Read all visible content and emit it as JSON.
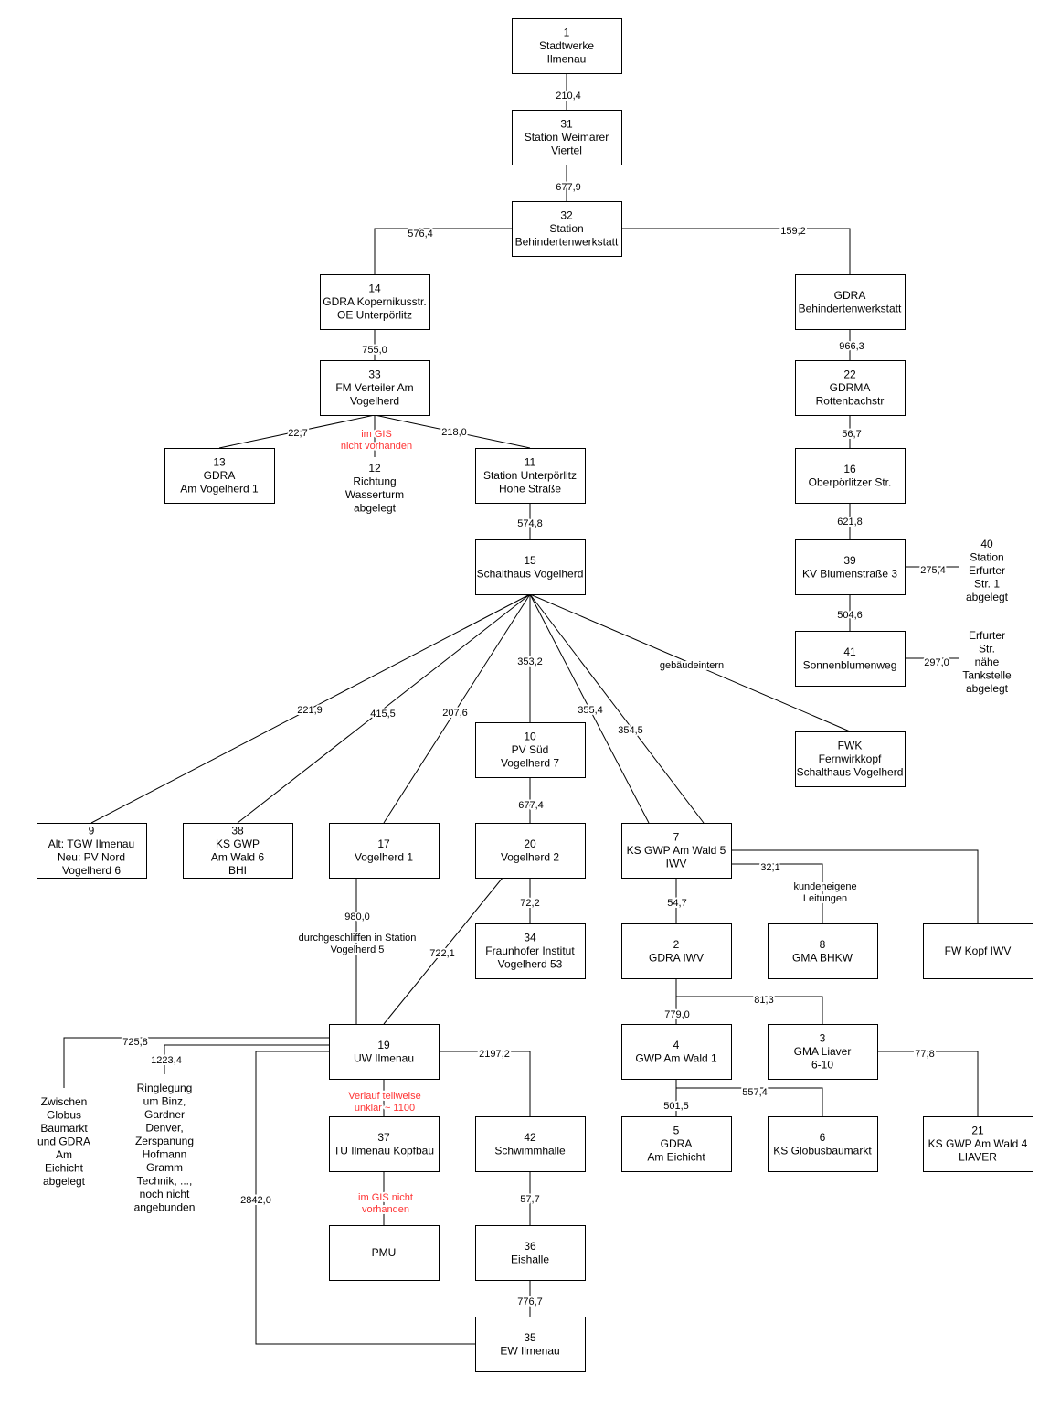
{
  "colors": {
    "line": "#000000",
    "note_red": "#ff3333",
    "box_fill": "#ffffff"
  },
  "nodes": {
    "n1": [
      "1",
      "Stadtwerke",
      "Ilmenau"
    ],
    "n31": [
      "31",
      "Station Weimarer",
      "Viertel"
    ],
    "n32": [
      "32",
      "Station",
      "Behindertenwerkstatt"
    ],
    "n14": [
      "14",
      "GDRA Kopernikusstr.",
      "OE Unterpörlitz"
    ],
    "gdrabw": [
      "GDRA",
      "Behindertenwerkstatt"
    ],
    "n33": [
      "33",
      "FM Verteiler Am",
      "Vogelherd"
    ],
    "n22": [
      "22",
      "GDRMA",
      "Rottenbachstr"
    ],
    "n13": [
      "13",
      "GDRA",
      "Am Vogelherd 1"
    ],
    "n11": [
      "11",
      "Station Unterpörlitz",
      "Hohe Straße"
    ],
    "n16": [
      "16",
      "Oberpörlitzer Str."
    ],
    "n15": [
      "15",
      "Schalthaus Vogelherd"
    ],
    "n39": [
      "39",
      "KV Blumenstraße 3"
    ],
    "n41": [
      "41",
      "Sonnenblumenweg"
    ],
    "n10": [
      "10",
      "PV Süd",
      "Vogelherd 7"
    ],
    "fwk": [
      "FWK",
      "Fernwirkkopf",
      "Schalthaus Vogelherd"
    ],
    "n9": [
      "9",
      "Alt: TGW Ilmenau",
      "Neu: PV Nord",
      "Vogelherd 6"
    ],
    "n38": [
      "38",
      "KS GWP",
      "Am Wald 6",
      "BHI"
    ],
    "n17": [
      "17",
      "Vogelherd 1"
    ],
    "n20": [
      "20",
      "Vogelherd 2"
    ],
    "n7": [
      "7",
      "KS GWP Am Wald 5",
      "IWV"
    ],
    "n34": [
      "34",
      "Fraunhofer Institut",
      "Vogelherd 53"
    ],
    "n2": [
      "2",
      "GDRA IWV"
    ],
    "n8": [
      "8",
      "GMA BHKW"
    ],
    "fwkopf": [
      "FW Kopf IWV"
    ],
    "n19": [
      "19",
      "UW Ilmenau"
    ],
    "n4": [
      "4",
      "GWP Am Wald 1"
    ],
    "n3": [
      "3",
      "GMA Liaver",
      "6-10"
    ],
    "n37": [
      "37",
      "TU Ilmenau Kopfbau"
    ],
    "n42": [
      "42",
      "Schwimmhalle"
    ],
    "n5": [
      "5",
      "GDRA",
      "Am Eichicht"
    ],
    "n6": [
      "6",
      "KS Globusbaumarkt"
    ],
    "n21": [
      "21",
      "KS GWP Am Wald 4",
      "LIAVER"
    ],
    "pmu": [
      "PMU"
    ],
    "n36": [
      "36",
      "Eishalle"
    ],
    "n35": [
      "35",
      "EW Ilmenau"
    ]
  },
  "free_text": {
    "n12": [
      "12",
      "Richtung",
      "Wasserturm",
      "abgelegt"
    ],
    "n40": [
      "40",
      "Station",
      "Erfurter",
      "Str. 1",
      "abgelegt"
    ],
    "erfurter": [
      "Erfurter",
      "Str.",
      "nähe",
      "Tankstelle",
      "abgelegt"
    ],
    "zwischen": [
      "Zwischen",
      "Globus",
      "Baumarkt",
      "und GDRA",
      "Am",
      "Eichicht",
      "abgelegt"
    ],
    "ring": [
      "Ringlegung",
      "um Binz,",
      "Gardner",
      "Denver,",
      "Zerspanung",
      "Hofmann",
      "Gramm",
      "Technik, ...,",
      "noch nicht",
      "angebunden"
    ]
  },
  "edges": {
    "e1_31": [
      "210,4"
    ],
    "e31_32": [
      "677,9"
    ],
    "e32_14": [
      "576,4"
    ],
    "e32_gdrabw": [
      "159,2"
    ],
    "e14_33": [
      "755,0"
    ],
    "egdrabw_22": [
      "966,3"
    ],
    "e33_13": [
      "22,7"
    ],
    "e33_12": [
      "im GIS",
      "nicht vorhanden"
    ],
    "e33_11": [
      "218,0"
    ],
    "e22_16": [
      "56,7"
    ],
    "e11_15": [
      "574,8"
    ],
    "e16_39": [
      "621,8"
    ],
    "e39_40": [
      "275,4"
    ],
    "e39_41": [
      "504,6"
    ],
    "e41_erf": [
      "297,0"
    ],
    "e15_9": [
      "221,9"
    ],
    "e15_38": [
      "415,5"
    ],
    "e15_17": [
      "207,6"
    ],
    "e15_10": [
      "353,2"
    ],
    "e15_7a": [
      "355,4"
    ],
    "e15_7b": [
      "354,5"
    ],
    "e15_fwk": [
      "gebäudeintern"
    ],
    "e10_20": [
      "677,4"
    ],
    "e17_19": [
      "980,0"
    ],
    "e17_19_note": [
      "durchgeschliffen in Station",
      "Vogelherd 5"
    ],
    "e20_19": [
      "722,1"
    ],
    "e20_34": [
      "72,2"
    ],
    "e7_2": [
      "54,7"
    ],
    "e7_8": [
      "32,1"
    ],
    "e7_8_note": [
      "kundeneigene",
      "Leitungen"
    ],
    "e7_fwkopf": [],
    "e2_4": [
      "779,0"
    ],
    "e2_3": [
      "81,3"
    ],
    "e3_21": [
      "77,8"
    ],
    "e4_5": [
      "501,5"
    ],
    "e4_6": [
      "557,4"
    ],
    "e19_zw": [
      "725,8"
    ],
    "e19_ring": [
      "1223,4"
    ],
    "e19_35": [
      "2842,0"
    ],
    "e19_42": [
      "2197,2"
    ],
    "e19_37": [
      "Verlauf teilweise",
      "unklar ~ 1100"
    ],
    "e37_pmu": [
      "im GIS nicht",
      "vorhanden"
    ],
    "e42_36": [
      "57,7"
    ],
    "e36_35": [
      "776,7"
    ]
  }
}
